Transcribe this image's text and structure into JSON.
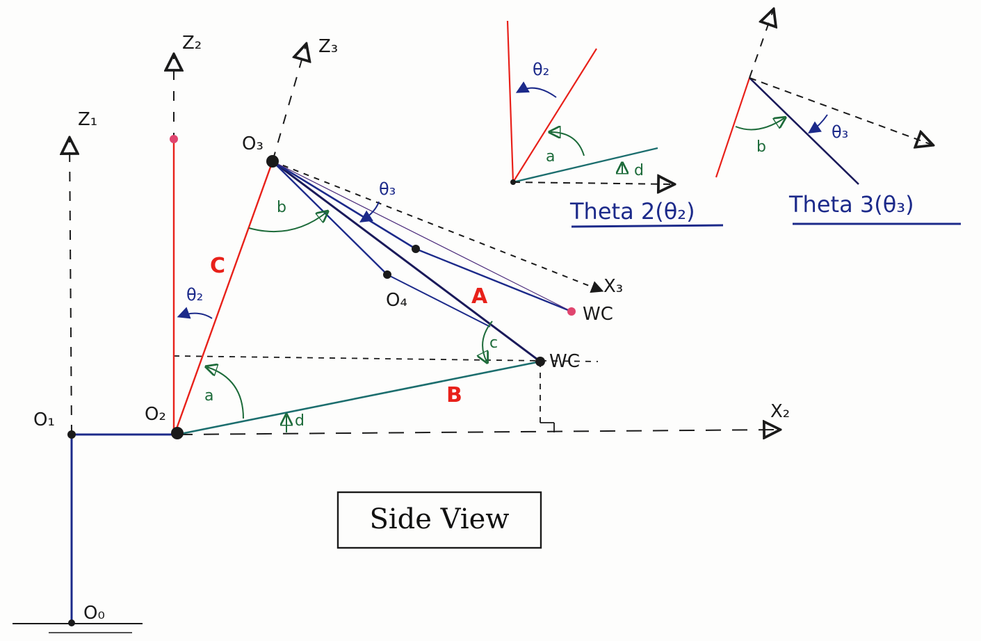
{
  "title": "Side View",
  "colors": {
    "ink": "#1a1a1a",
    "navy": "#1c2a8a",
    "red": "#e8211a",
    "teal": "#1c6e6e",
    "green": "#1d6b3a",
    "pink": "#e0456e",
    "purple": "#4a2a7a"
  },
  "axes": {
    "z1": "Z₁",
    "z2": "Z₂",
    "z3": "Z₃",
    "x2": "X₂",
    "x3": "X₃"
  },
  "points": {
    "o0": "O₀",
    "o1": "O₁",
    "o2": "O₂",
    "o3": "O₃",
    "o4": "O₄",
    "wc_main": "WC",
    "wc_alt": "WC"
  },
  "sides": {
    "a": "A",
    "b": "B",
    "c": "C"
  },
  "angles": {
    "a": "a",
    "b": "b",
    "c": "c",
    "d": "d",
    "theta2": "θ₂",
    "theta3": "θ₃"
  },
  "insets": {
    "theta2_caption": "Theta 2(θ₂)",
    "theta3_caption": "Theta 3(θ₃)",
    "theta2_angle": "θ₂",
    "theta3_angle": "θ₃",
    "a": "a",
    "b": "b",
    "d": "d"
  }
}
